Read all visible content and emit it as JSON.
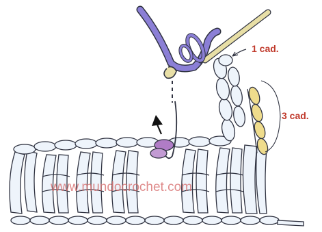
{
  "diagram": {
    "labels": {
      "chain_1": "1 cad.",
      "chain_3": "3 cad."
    },
    "watermark": "www.mundocrochet.com",
    "colors": {
      "stitch_fill": "#eef4fb",
      "stitch_outline": "#2f3240",
      "working_yarn": "#8b7fd6",
      "turning_chain": "#efdc8c",
      "loop_on_row": "#b07cc6",
      "hook": "#e8dfa6",
      "label_red": "#c0392b"
    },
    "icons": [
      "crochet-hook-icon",
      "arrow-up-icon"
    ]
  }
}
